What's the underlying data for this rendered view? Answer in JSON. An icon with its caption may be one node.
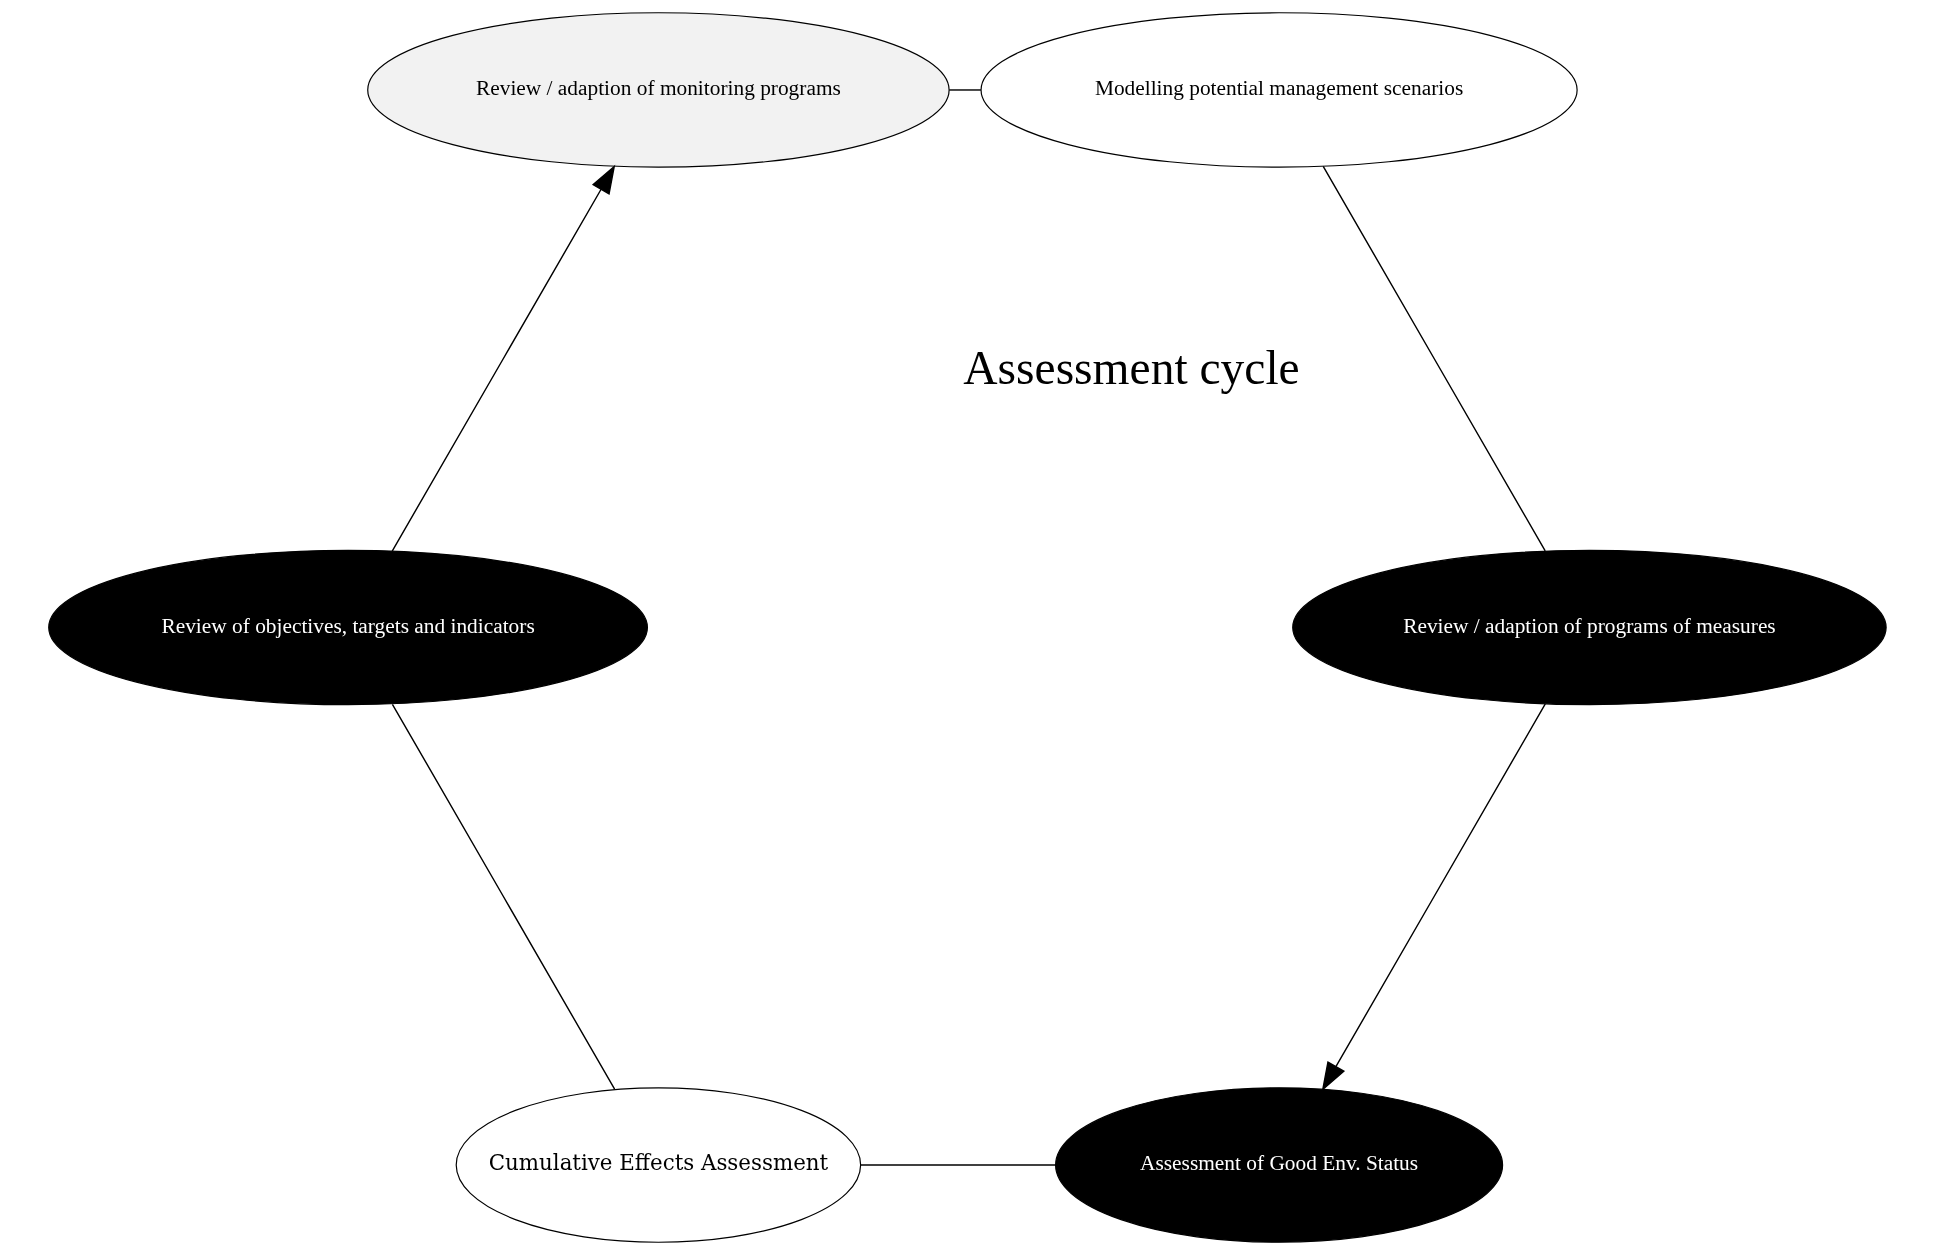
{
  "diagram": {
    "nodes": [
      {
        "text": [
          "Assessment of Good Env. Status"
        ]
      },
      {
        "text": [
          "Cumulative Effects Assessment"
        ]
      },
      {
        "text": [
          "Review of objectives, targets and indicators"
        ]
      },
      {
        "text": [
          "Review / adaption of monitoring programs"
        ]
      },
      {
        "text": [
          "Modelling potential management scenarios"
        ]
      },
      {
        "text": [
          "Review / adaption of programs of measures"
        ]
      }
    ],
    "edges": [
      {
        "from": 0,
        "to": 1,
        "arrow": "none"
      },
      {
        "from": 1,
        "to": 2,
        "arrow": "none"
      },
      {
        "from": 2,
        "to": 3,
        "arrow": "to"
      },
      {
        "from": 3,
        "to": 4,
        "arrow": "none"
      },
      {
        "from": 4,
        "to": 5,
        "arrow": "none"
      },
      {
        "from": 5,
        "to": 0,
        "arrow": "to"
      }
    ],
    "labels": [
      "Assessment cycle"
    ]
  }
}
